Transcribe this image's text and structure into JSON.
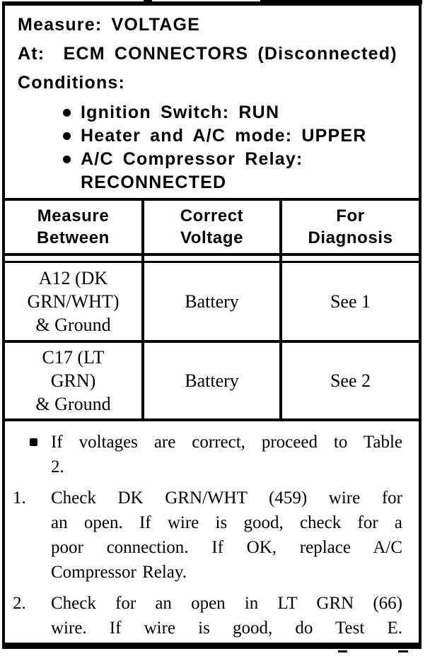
{
  "page": {
    "colors": {
      "ink": "#000000",
      "paper": "#ffffff"
    },
    "conditions": {
      "measure_line": "Measure: VOLTAGE",
      "at_line": "At:  ECM CONNECTORS (Disconnected)",
      "conditions_label": "Conditions:",
      "items": [
        {
          "marker": "bullet",
          "text": "Ignition Switch: RUN"
        },
        {
          "marker": "bullet",
          "text": "Heater and A/C mode: UPPER"
        },
        {
          "marker": "bullet",
          "text": "A/C Compressor Relay:\nRECONNECTED"
        }
      ]
    },
    "table": {
      "headers": [
        {
          "label": "Measure\nBetween"
        },
        {
          "label": "Correct\nVoltage"
        },
        {
          "label": "For\nDiagnosis"
        }
      ],
      "rows": [
        {
          "measure_between": "A12 (DK\nGRN/WHT)\n& Ground",
          "correct_voltage": "Battery",
          "for_diagnosis": "See 1"
        },
        {
          "measure_between": "C17 (LT\nGRN)\n& Ground",
          "correct_voltage": "Battery",
          "for_diagnosis": "See 2"
        }
      ]
    },
    "notes": {
      "items": [
        {
          "marker": "bullet",
          "lines": [
            "If voltages are correct, proceed to Table",
            "2."
          ]
        },
        {
          "marker": "1.",
          "lines": [
            "Check DK GRN/WHT (459) wire for",
            "an open. If wire is good, check for a",
            "poor connection. If OK, replace A/C",
            "Compressor Relay."
          ]
        },
        {
          "marker": "2.",
          "lines": [
            "Check for an open in LT GRN (66)",
            "wire. If wire is good, do Test E."
          ]
        }
      ]
    }
  }
}
